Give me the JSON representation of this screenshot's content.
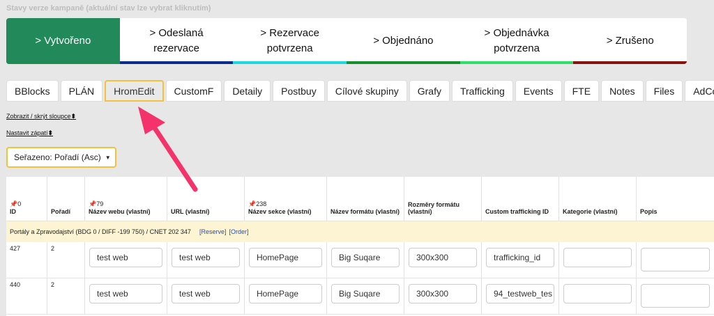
{
  "header_note": "Stavy verze kampaně (aktuální stav lze vybrat kliknutím)",
  "stages": [
    {
      "line1": "> Vytvořeno",
      "line2": "",
      "bar": "#1f8a52",
      "active": true
    },
    {
      "line1": "> Odeslaná",
      "line2": "rezervace",
      "bar": "#0b2b8f",
      "active": false
    },
    {
      "line1": "> Rezervace",
      "line2": "potvrzena",
      "bar": "#1ed8e0",
      "active": false
    },
    {
      "line1": "> Objednáno",
      "line2": "",
      "bar": "#14902c",
      "active": false
    },
    {
      "line1": "> Objednávka",
      "line2": "potvrzena",
      "bar": "#2de06a",
      "active": false
    },
    {
      "line1": "> Zrušeno",
      "line2": "",
      "bar": "#8b1010",
      "active": false
    }
  ],
  "active_stage_color": "#22895a",
  "tabs": [
    "BBlocks",
    "PLÁN",
    "HromEdit",
    "CustomF",
    "Detaily",
    "Postbuy",
    "Cílové skupiny",
    "Grafy",
    "Trafficking",
    "Events",
    "FTE",
    "Notes",
    "Files",
    "AdCost"
  ],
  "links": {
    "columns": "Zobrazit / skrýt sloupce",
    "footer": "Nastavit zápatí",
    "arrows": "⬍"
  },
  "sort": {
    "label": "Seřazeno: Pořadí (Asc)",
    "caret": "▼"
  },
  "table": {
    "headers": [
      {
        "pin": "0",
        "line1": "ID",
        "line2": ""
      },
      {
        "pin": "",
        "line1": "Pořadí",
        "line2": ""
      },
      {
        "pin": "79",
        "line1": "Název webu (vlastní)",
        "line2": ""
      },
      {
        "pin": "",
        "line1": "URL (vlastní)",
        "line2": ""
      },
      {
        "pin": "238",
        "line1": "Název sekce (vlastní)",
        "line2": ""
      },
      {
        "pin": "",
        "line1": "Název formátu (vlastní)",
        "line2": ""
      },
      {
        "pin": "",
        "line1": "Rozměry formátu",
        "line2": "(vlastní)"
      },
      {
        "pin": "",
        "line1": "Custom trafficking ID",
        "line2": ""
      },
      {
        "pin": "",
        "line1": "Kategorie (vlastní)",
        "line2": ""
      },
      {
        "pin": "",
        "line1": "Popis",
        "line2": ""
      }
    ],
    "group": {
      "text": "Portály a Zpravodajství (BDG 0 / DIFF -199 750) / CNET 202 347",
      "reserve": "[Reserve]",
      "order": "[Order]"
    },
    "rows": [
      {
        "id": "427",
        "order": "2",
        "web": "test web",
        "url": "test web",
        "section": "HomePage",
        "format": "Big Suqare",
        "size": "300x300",
        "tid": "trafficking_id",
        "category": ""
      },
      {
        "id": "440",
        "order": "2",
        "web": "test web",
        "url": "test web",
        "section": "HomePage",
        "format": "Big Suqare",
        "size": "300x300",
        "tid": "94_testweb_tes",
        "category": ""
      }
    ]
  },
  "annotation_color": "#f5336b"
}
